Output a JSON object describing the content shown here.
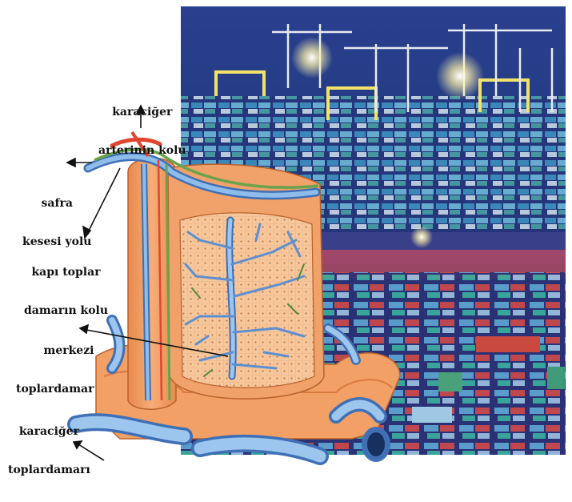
{
  "labels": {
    "hepatic_artery_branch": [
      "karaciğer",
      "arterinin kolu"
    ],
    "bile_duct": [
      "safra",
      "kesesi yolu"
    ],
    "portal_vein_branch": [
      "kapı toplar",
      "damarın kolu"
    ],
    "central_vein": [
      "merkezi",
      "toplardamar"
    ],
    "hepatic_vein": [
      "karaciğer",
      "toplardamarı"
    ]
  },
  "colors": {
    "tissue": "#f2a066",
    "tissue_dark": "#d97a3f",
    "vein_blue": "#7fb4e6",
    "vein_blue_dark": "#3f6fb5",
    "bile_green": "#6aa34a",
    "artery_red": "#e0462e",
    "port_sky": "#1d2a6e",
    "port_water": "#2c3a7c"
  }
}
